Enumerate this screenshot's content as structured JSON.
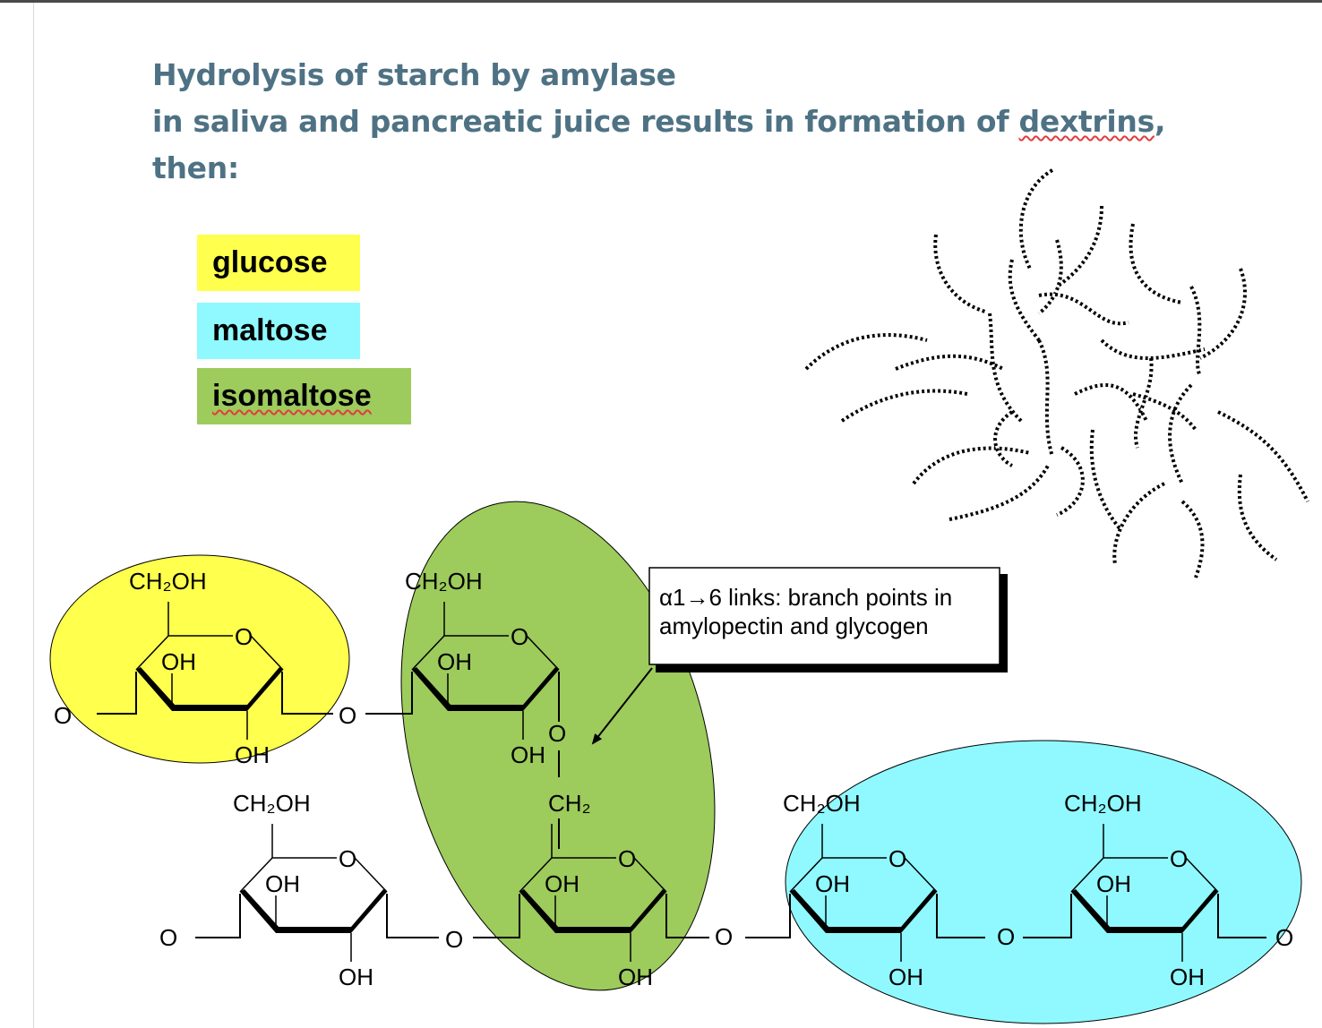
{
  "title": {
    "line1": "Hydrolysis of starch by amylase",
    "line2_prefix": "in saliva and pancreatic juice results in formation of ",
    "line2_word": "dextrins",
    "line2_suffix": ",",
    "line3": "then:"
  },
  "legend": [
    {
      "label": "glucose",
      "color": "#ffff4d"
    },
    {
      "label": "maltose",
      "color": "#8ff9ff"
    },
    {
      "label": "isomaltose",
      "color": "#9dcb5c"
    }
  ],
  "callout": {
    "line1": "α1→6 links: branch points in",
    "line2": "amylopectin and glycogen"
  },
  "labels": {
    "ch2oh": "CH₂OH",
    "ch2": "CH₂",
    "oh": "OH",
    "o": "O"
  },
  "colors": {
    "title": "#4e7284",
    "glucose": "#ffff4d",
    "maltose": "#8ff9ff",
    "isomaltose": "#9dcb5c"
  }
}
